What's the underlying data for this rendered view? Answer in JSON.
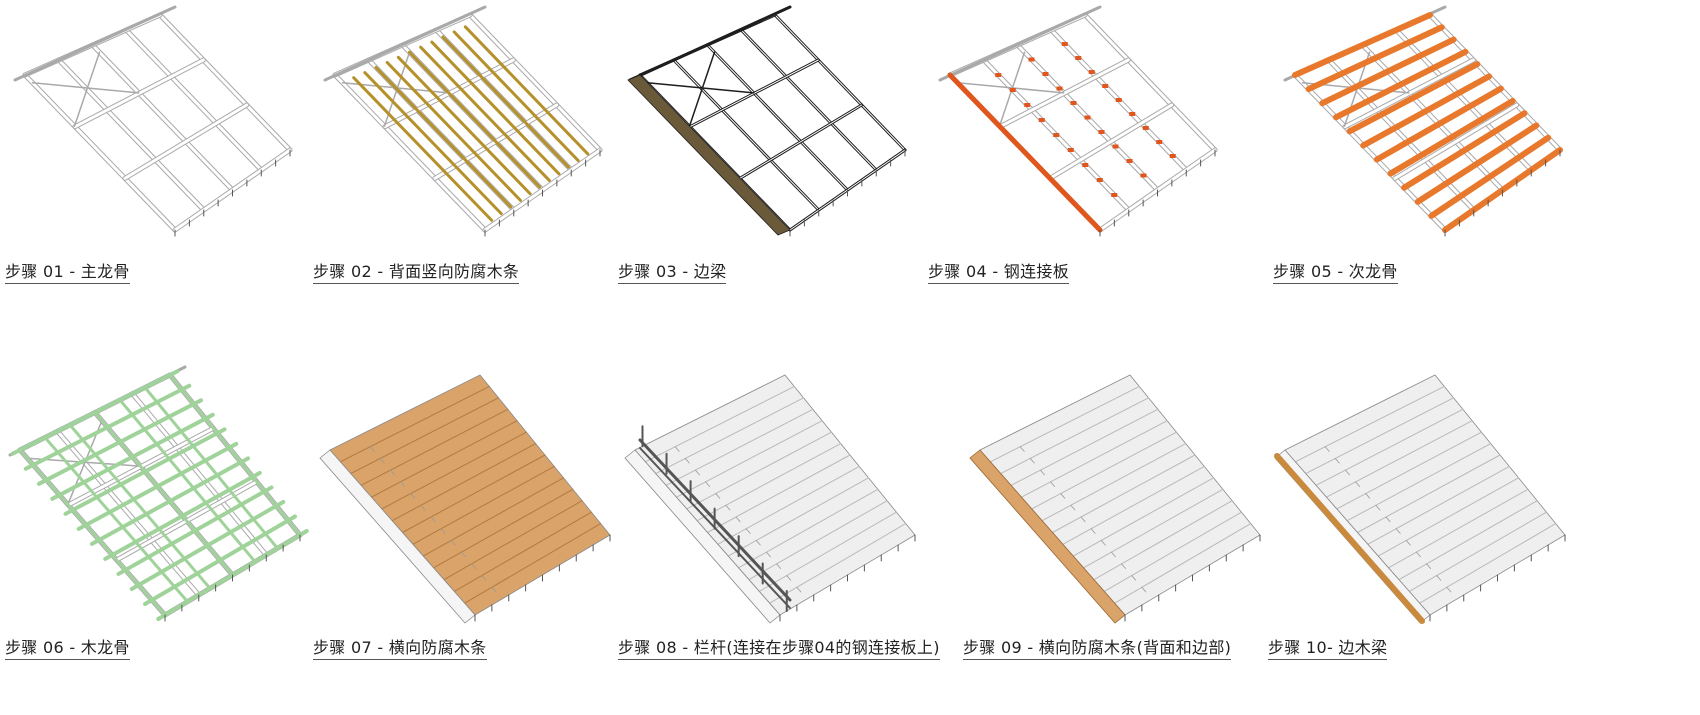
{
  "colors": {
    "frame": "#a9a9a9",
    "gold_battens": "#b5912a",
    "edge_beam_dark": "#1e1e1e",
    "steel_plate": "#e0561c",
    "secondary_orange": "#e8782c",
    "wood_green": "#9fd39a",
    "wood_tan": "#d9a36a",
    "railing": "#555555",
    "wood_edge_beam": "#c98a3e"
  },
  "steps": [
    {
      "caption": "步骤 01 - 主龙骨"
    },
    {
      "caption": "步骤 02 - 背面竖向防腐木条"
    },
    {
      "caption": "步骤 03 - 边梁"
    },
    {
      "caption": "步骤 04 - 钢连接板"
    },
    {
      "caption": "步骤 05 - 次龙骨"
    },
    {
      "caption": "步骤 06 - 木龙骨"
    },
    {
      "caption": "步骤 07 - 横向防腐木条"
    },
    {
      "caption": "步骤 08 - 栏杆(连接在步骤04的钢连接板上)"
    },
    {
      "caption": "步骤 09 - 横向防腐木条(背面和边部)"
    },
    {
      "caption": "步骤 10- 边木梁"
    }
  ]
}
